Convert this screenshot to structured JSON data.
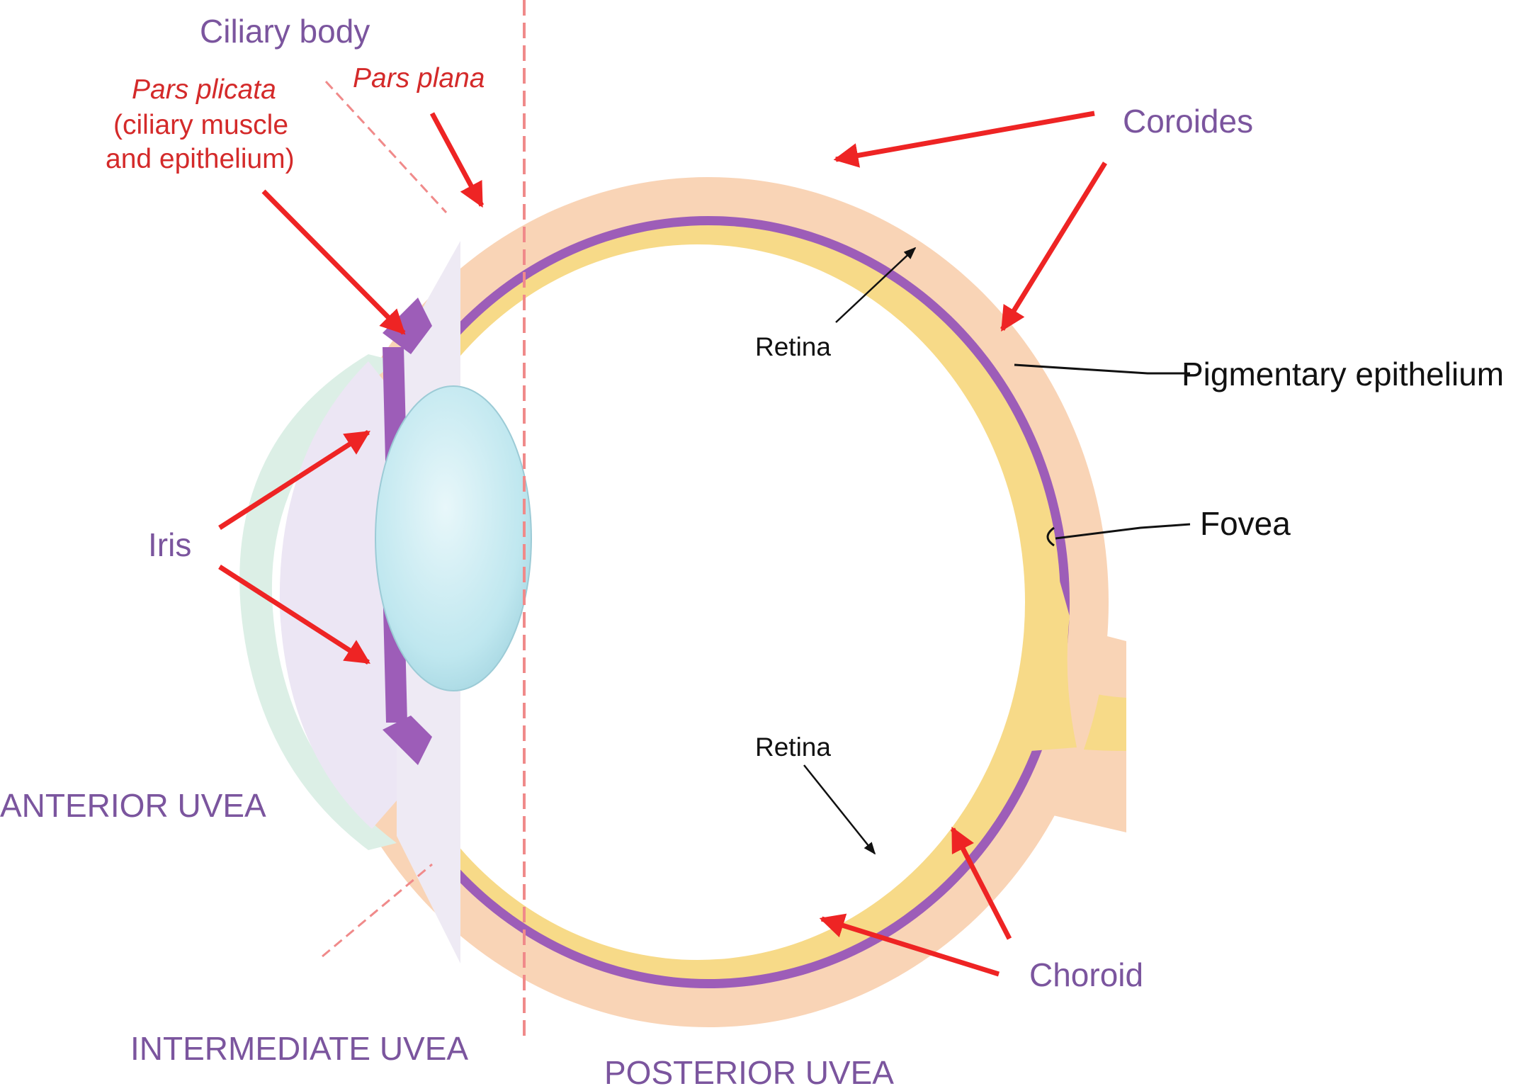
{
  "labels": {
    "ciliary_body": "Ciliary body",
    "pars_plana": "Pars plana",
    "pars_plicata": "Pars plicata",
    "ciliary_muscle_line1": "(ciliary muscle",
    "ciliary_muscle_line2": "and epithelium)",
    "coroides": "Coroides",
    "retina_upper": "Retina",
    "pigmentary_epithelium": "Pigmentary epithelium",
    "fovea": "Fovea",
    "iris": "Iris",
    "retina_lower": "Retina",
    "anterior_uvea": "ANTERIOR UVEA",
    "choroid": "Choroid",
    "intermediate_uvea": "INTERMEDIATE UVEA",
    "posterior_uvea": "POSTERIOR UVEA"
  },
  "colors": {
    "sclera": "#f9d4b6",
    "choroid_layer": "#9d5db8",
    "retina_layer": "#f7da88",
    "lens": "#bfe7ef",
    "cornea": "#dcefe6",
    "anterior_chamber": "#ece6f4",
    "label_purple": "#7b559e",
    "label_red": "#d42a2a",
    "arrow_red": "#ee2424",
    "dashed_red": "#f08a8a"
  }
}
